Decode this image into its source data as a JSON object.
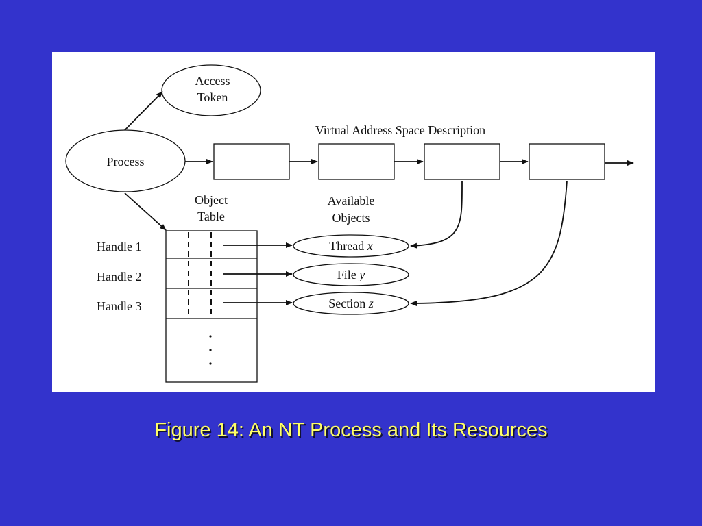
{
  "diagram": {
    "nodes": {
      "access_token": [
        "Access",
        "Token"
      ],
      "process": "Process",
      "vad_label": "Virtual Address Space Description",
      "object_table_label": [
        "Object",
        "Table"
      ],
      "available_objects_label": [
        "Available",
        "Objects"
      ],
      "handles": [
        "Handle 1",
        "Handle 2",
        "Handle 3"
      ],
      "thread": {
        "name": "Thread",
        "var": "x"
      },
      "file": {
        "name": "File",
        "var": "y"
      },
      "section": {
        "name": "Section",
        "var": "z"
      }
    },
    "colors": {
      "background": "#3333cc",
      "panel": "#ffffff",
      "ink": "#111111",
      "caption": "#ffff66"
    }
  },
  "caption": "Figure 14: An NT Process and Its Resources"
}
